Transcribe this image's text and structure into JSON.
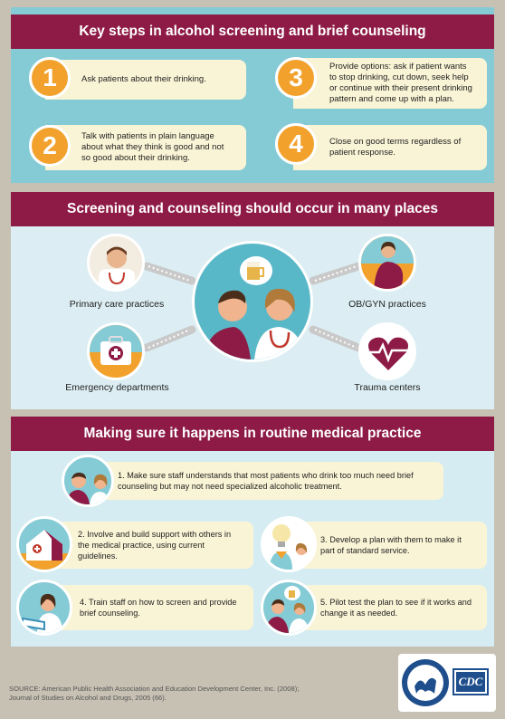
{
  "section1": {
    "title": "Key steps in alcohol screening and brief counseling",
    "steps": [
      {
        "number": "1",
        "text": "Ask patients about their drinking."
      },
      {
        "number": "2",
        "text": "Talk with patients in plain language about what they think is good and not so good about their drinking."
      },
      {
        "number": "3",
        "text": "Provide options: ask if patient wants to stop drinking, cut down, seek help or continue with their present drinking pattern and come up with a plan."
      },
      {
        "number": "4",
        "text": "Close on good terms regardless of patient response."
      }
    ]
  },
  "section2": {
    "title": "Screening and counseling should occur in many places",
    "places": {
      "primary_care": "Primary care practices",
      "emergency": "Emergency departments",
      "obgyn": "OB/GYN practices",
      "trauma": "Trauma centers"
    }
  },
  "section3": {
    "title": "Making sure it happens in routine medical practice",
    "items": [
      "1. Make sure staff understands that most patients who drink too much need brief counseling but may not need specialized alcoholic treatment.",
      "2. Involve and build support with others in the medical practice, using current guidelines.",
      "3. Develop a plan with them to make it part of standard service.",
      "4. Train staff on how to screen and provide brief counseling.",
      "5. Pilot test the plan to see if it works and change it as needed."
    ]
  },
  "source": {
    "line1": "SOURCE: American Public Health Association and Education Development Center, Inc. (2008);",
    "line2": "Journal of Studies on Alcohol and Drugs, 2005 (66)."
  },
  "logo": {
    "text": "CDC"
  },
  "colors": {
    "maroon": "#8e1b45",
    "orange": "#f2a22c",
    "teal": "#85cbd6",
    "cream": "#faf4d6"
  }
}
